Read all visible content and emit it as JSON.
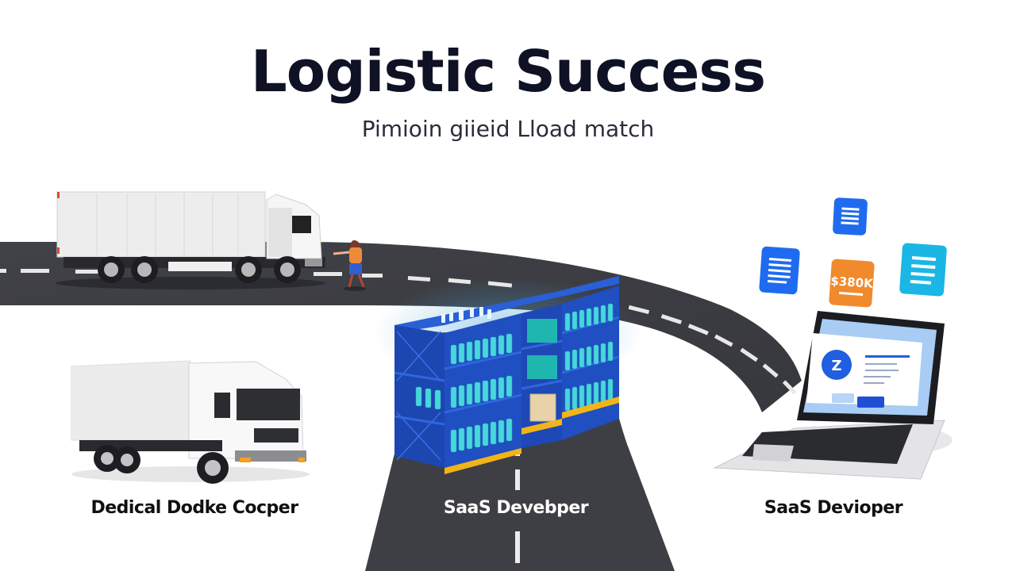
{
  "header": {
    "title": "Logistic Success",
    "subtitle": "Pimioin giieid Lload  match"
  },
  "labels": {
    "left": "Dedical Dodke Cocper",
    "center": "SaaS Devebper",
    "right": "SaaS Devioper"
  },
  "floating_icons": [
    {
      "name": "document-icon",
      "color": "#1f6bf0"
    },
    {
      "name": "document-icon",
      "color": "#1f6bf0"
    },
    {
      "name": "price-card",
      "color": "#f08a2c",
      "text": "$380K"
    },
    {
      "name": "document-icon",
      "color": "#1ab6e6"
    }
  ],
  "laptop": {
    "avatar_letter": "Z",
    "accent": "#1f5fe0"
  },
  "colors": {
    "road": "#3f4046",
    "rack": "#1e4fc4",
    "bottles": "#3fd0d8",
    "pallet": "#f2b418"
  }
}
